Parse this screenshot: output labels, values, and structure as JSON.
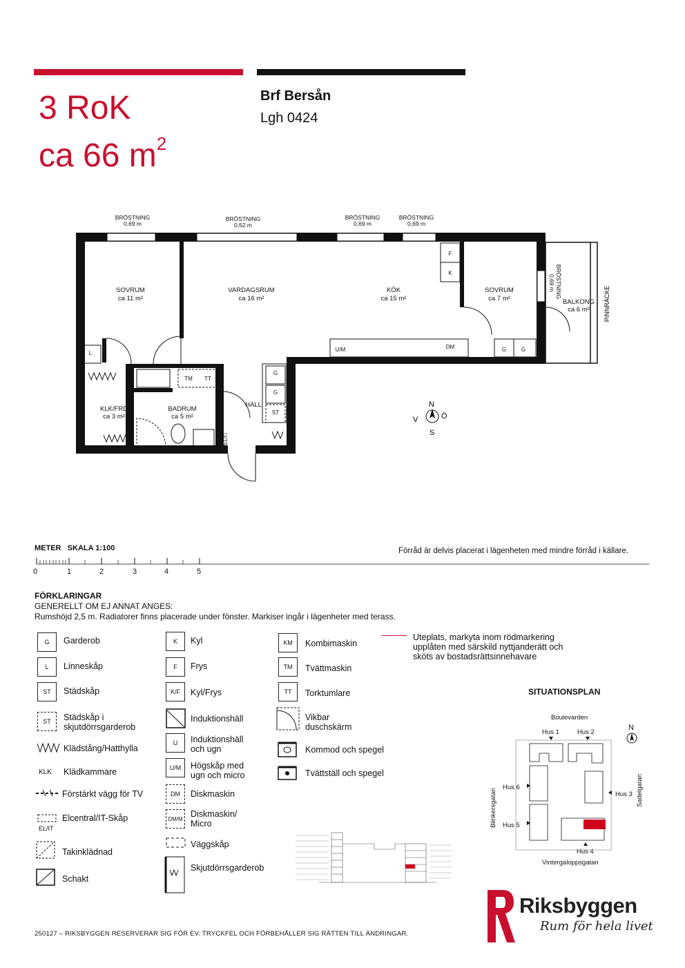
{
  "header": {
    "rooms_label": "3 RoK",
    "area_label": "ca 66 m",
    "area_sup": "2",
    "brf_name": "Brf Bersån",
    "apartment": "Lgh 0424",
    "colors": {
      "accent_red": "#c8102e",
      "black": "#111111"
    }
  },
  "plan": {
    "windows": [
      {
        "label": "BRÖSTNING",
        "value": "0,69 m"
      },
      {
        "label": "BRÖSTNING",
        "value": "0,62 m"
      },
      {
        "label": "BRÖSTNING",
        "value": "0,69 m"
      },
      {
        "label": "BRÖSTNING",
        "value": "0,69 m"
      },
      {
        "label": "BRÖSTNING",
        "value": "0,69 m"
      }
    ],
    "rooms": [
      {
        "name": "SOVRUM",
        "area": "ca 11 m²"
      },
      {
        "name": "VARDAGSRUM",
        "area": "ca 16 m²"
      },
      {
        "name": "KÖK",
        "area": "ca 15 m²"
      },
      {
        "name": "SOVRUM",
        "area": "ca 7 m²"
      },
      {
        "name": "BALKONG",
        "area": "ca 6 m²"
      },
      {
        "name": "KLK/FRD",
        "area": "ca 3 m²"
      },
      {
        "name": "BADRUM",
        "area": "ca 5 m²"
      },
      {
        "name": "HALL",
        "area": ""
      }
    ],
    "railing": "PINNRÄCKE",
    "fixtures": {
      "f": "F",
      "k": "K",
      "l": "L",
      "um": "U/M",
      "dm": "DM",
      "g": "G",
      "st": "ST",
      "tm": "TM",
      "tt": "TT",
      "elit": "EL/IT"
    },
    "compass": {
      "n": "N",
      "s": "S",
      "v": "V",
      "o": "Ö"
    }
  },
  "scale": {
    "label": "METER   SKALA 1:100",
    "ticks": [
      "0",
      "1",
      "2",
      "3",
      "4",
      "5"
    ],
    "storage_note": "Förråd är delvis placerat i lägenheten med mindre förråd i källare."
  },
  "legend": {
    "title": "FÖRKLARINGAR",
    "line1": "GENERELLT OM EJ ANNAT ANGES:",
    "line2": "Rumshöjd 2,5 m. Radiatorer finns placerade under fönster. Markiser ingår i lägenheter med terass.",
    "col1": [
      {
        "code": "G",
        "text": "Garderob"
      },
      {
        "code": "L",
        "text": "Linneskåp"
      },
      {
        "code": "ST",
        "text": "Städskåp"
      },
      {
        "code": "ST",
        "text": "Städskåp i skjutdörrsgarderob"
      },
      {
        "code": "",
        "text": "Klädstång/Hatthylla"
      },
      {
        "code": "KLK",
        "text": "Klädkammare"
      },
      {
        "code": "",
        "text": "Förstärkt vägg för TV"
      },
      {
        "code": "EL/IT",
        "text": "Elcentral/IT-Skåp"
      },
      {
        "code": "",
        "text": "Takinklädnad"
      },
      {
        "code": "",
        "text": "Schakt"
      }
    ],
    "col2": [
      {
        "code": "K",
        "text": "Kyl"
      },
      {
        "code": "F",
        "text": "Frys"
      },
      {
        "code": "K/F",
        "text": "Kyl/Frys"
      },
      {
        "code": "",
        "text": "Induktionshäll"
      },
      {
        "code": "U",
        "text": "Induktionshäll och ugn"
      },
      {
        "code": "U/M",
        "text": "Högskåp med ugn och micro"
      },
      {
        "code": "DM",
        "text": "Diskmaskin"
      },
      {
        "code": "DM/M",
        "text": "Diskmaskin/ Micro"
      },
      {
        "code": "",
        "text": "Väggskåp"
      },
      {
        "code": "",
        "text": "Skjutdörrsgarderob"
      }
    ],
    "col3": [
      {
        "code": "KM",
        "text": "Kombimaskin"
      },
      {
        "code": "TM",
        "text": "Tvättmaskin"
      },
      {
        "code": "TT",
        "text": "Torktumlare"
      },
      {
        "code": "",
        "text": "Vikbar duschskärm"
      },
      {
        "code": "",
        "text": "Kommod och spegel"
      },
      {
        "code": "",
        "text": "Tvättställ och spegel"
      }
    ],
    "red_line_note": "Uteplats, markyta inom rödmarkering upplåten med särskild nyttjanderätt och sköts av bostadsrättsinnehavare"
  },
  "site_plan": {
    "title": "SITUATIONSPLAN",
    "streets": {
      "north": "Boulevarden",
      "west": "Blinkersgatan",
      "east": "Sadelgatan",
      "south": "Vintergaloppsgatan"
    },
    "houses": [
      "Hus 1",
      "Hus 2",
      "Hus 3",
      "Hus 4",
      "Hus 5",
      "Hus 6"
    ],
    "north": "N",
    "highlight_color": "#d0021b"
  },
  "brand": {
    "name": "Riksbyggen",
    "tagline": "Rum för hela livet",
    "color": "#c8102e"
  },
  "footer": "250127 – RIKSBYGGEN RESERVERAR SIG FÖR EV. TRYCKFEL OCH FÖRBEHÅLLER SIG RÄTTEN TILL ÄNDRINGAR."
}
